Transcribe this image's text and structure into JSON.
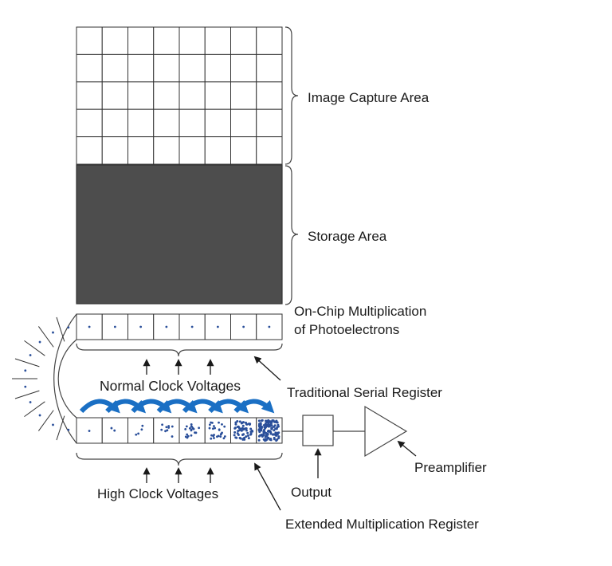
{
  "labels": {
    "image_capture_area": "Image Capture Area",
    "storage_area": "Storage Area",
    "on_chip_line1": "On-Chip Multiplication",
    "on_chip_line2": "of Photoelectrons",
    "normal_clock_voltages": "Normal Clock Voltages",
    "traditional_serial_register": "Traditional Serial Register",
    "high_clock_voltages": "High Clock Voltages",
    "output": "Output",
    "preamplifier": "Preamplifier",
    "extended_multiplication_register": "Extended Multiplication Register"
  },
  "image_capture_grid": {
    "rows": 5,
    "cols": 8
  },
  "serial_register": {
    "cells": 8
  },
  "multiplication_register": {
    "cells": 8,
    "electron_counts": [
      1,
      2,
      4,
      9,
      18,
      25,
      55,
      130
    ]
  },
  "colors": {
    "storage_fill": "#4d4d4d",
    "line": "#333333",
    "electron": "#2a4f9a",
    "clock_arrow": "#1a6fc4"
  }
}
